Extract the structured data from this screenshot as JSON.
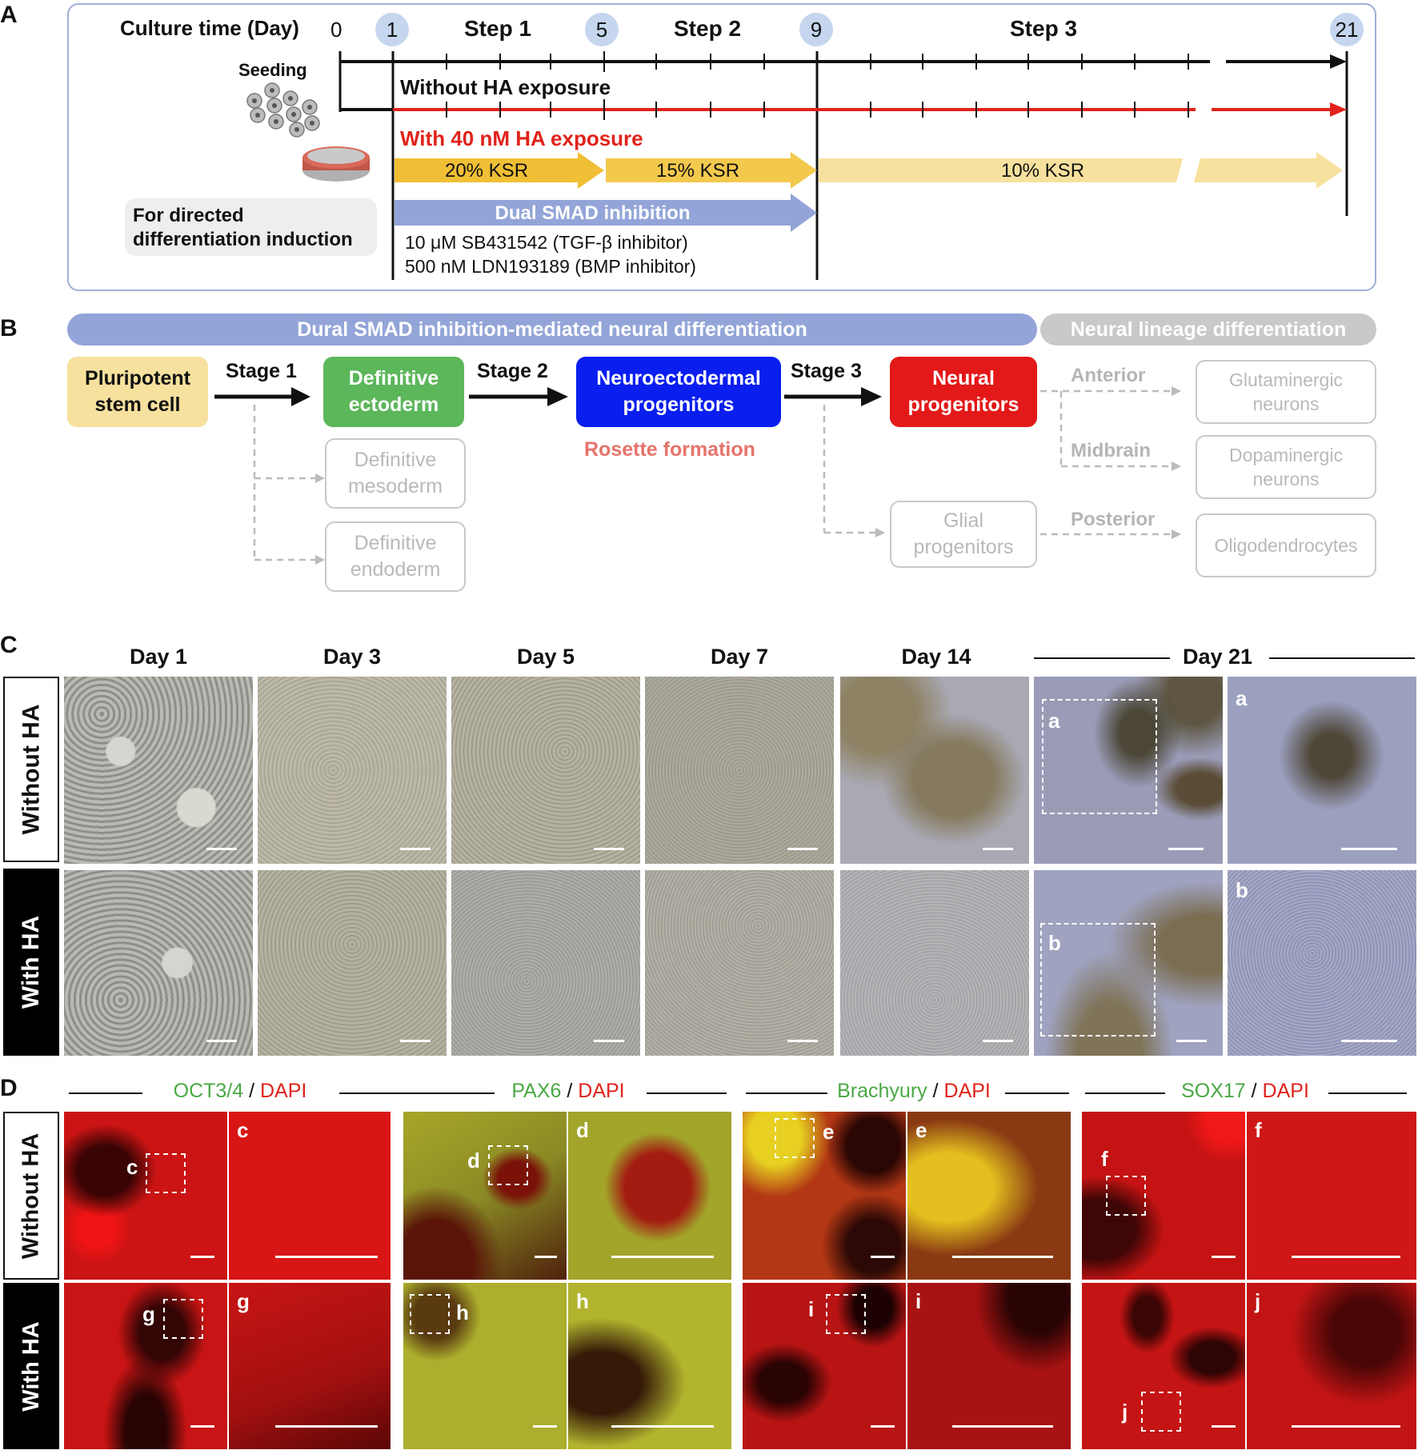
{
  "panels": {
    "A": "A",
    "B": "B",
    "C": "C",
    "D": "D"
  },
  "timeline": {
    "culture_label": "Culture time (Day)",
    "day0": "0",
    "day1": "1",
    "day5": "5",
    "day9": "9",
    "day21": "21",
    "step1": "Step 1",
    "step2": "Step 2",
    "step3": "Step 3",
    "seeding": "Seeding",
    "without_ha": "Without HA exposure",
    "with_ha": "With 40 nM HA exposure",
    "ksr20": "20% KSR",
    "ksr15": "15% KSR",
    "ksr10": "10% KSR",
    "dual_smad": "Dual SMAD inhibition",
    "directed_1": "For directed",
    "directed_2": "differentiation induction",
    "sb": "10 μM SB431542 (TGF-β inhibitor)",
    "ldn": "500 nM LDN193189 (BMP inhibitor)"
  },
  "flow": {
    "banner_main": "Dural SMAD inhibition-mediated neural differentiation",
    "banner_lineage": "Neural lineage differentiation",
    "stage1": "Stage 1",
    "stage2": "Stage 2",
    "stage3": "Stage 3",
    "psc_1": "Pluripotent",
    "psc_2": "stem cell",
    "ecto_1": "Definitive",
    "ecto_2": "ectoderm",
    "neuro_1": "Neuroectodermal",
    "neuro_2": "progenitors",
    "neural_1": "Neural",
    "neural_2": "progenitors",
    "rosette": "Rosette formation",
    "meso_1": "Definitive",
    "meso_2": "mesoderm",
    "endo_1": "Definitive",
    "endo_2": "endoderm",
    "glial_1": "Glial",
    "glial_2": "progenitors",
    "anterior": "Anterior",
    "midbrain": "Midbrain",
    "posterior": "Posterior",
    "glut_1": "Glutaminergic",
    "glut_2": "neurons",
    "dopa_1": "Dopaminergic",
    "dopa_2": "neurons",
    "oligo": "Oligodendrocytes"
  },
  "bright": {
    "days": [
      "Day 1",
      "Day 3",
      "Day 5",
      "Day 7",
      "Day 14"
    ],
    "day21": "Day 21",
    "row_without": "Without HA",
    "row_with": "With HA",
    "inset_a": "a",
    "inset_b": "b"
  },
  "fluor": {
    "groups": [
      {
        "marker": "OCT3/4",
        "sep": " / ",
        "dapi": "DAPI"
      },
      {
        "marker": "PAX6",
        "sep": " / ",
        "dapi": "DAPI"
      },
      {
        "marker": "Brachyury",
        "sep": " / ",
        "dapi": "DAPI"
      },
      {
        "marker": "SOX17",
        "sep": " / ",
        "dapi": "DAPI"
      }
    ],
    "row_without": "Without HA",
    "row_with": "With HA",
    "insets": [
      "c",
      "d",
      "e",
      "f",
      "g",
      "h",
      "i",
      "j"
    ]
  },
  "colors": {
    "ha_red": "#e0231c",
    "ksr20": "#f0bf35",
    "ksr15": "#f3c94d",
    "ksr10": "#f7e19e",
    "smad_blue": "#93a5d8",
    "psc": "#f7e19e",
    "ecto": "#5cb65a",
    "neuro": "#0a1ef0",
    "neural": "#e31818",
    "rosette": "#e6736b",
    "marker_green": "#4aa844",
    "dapi_red": "#e0231c"
  }
}
